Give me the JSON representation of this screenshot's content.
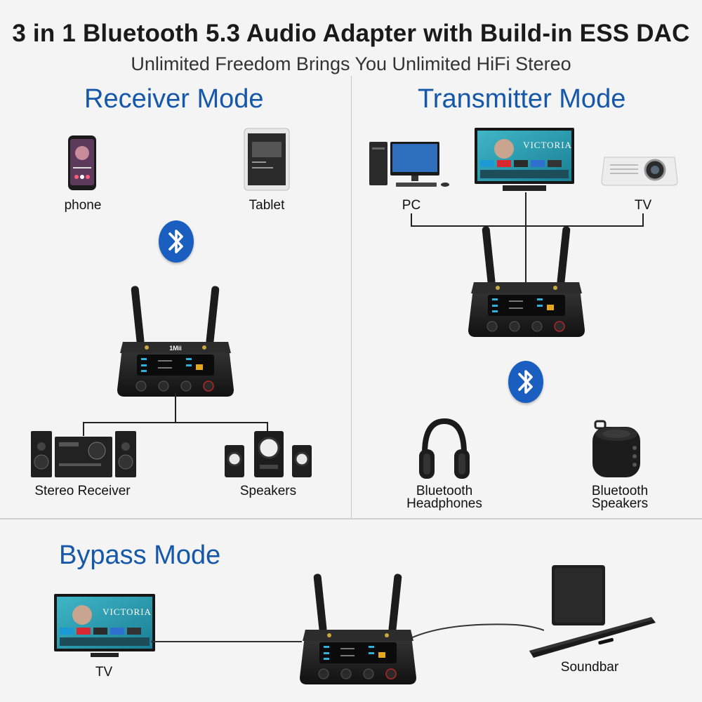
{
  "header": {
    "title": "3 in 1 Bluetooth 5.3 Audio Adapter with Build-in ESS DAC",
    "subtitle": "Unlimited Freedom Brings You Unlimited HiFi Stereo"
  },
  "receiver": {
    "title": "Receiver Mode",
    "phone_label": "phone",
    "tablet_label": "Tablet",
    "stereo_label": "Stereo Receiver",
    "speakers_label": "Speakers"
  },
  "transmitter": {
    "title": "Transmitter Mode",
    "pc_label": "PC",
    "tv_label": "TV",
    "headphones_label_1": "Bluetooth",
    "headphones_label_2": "Headphones",
    "bt_speakers_label_1": "Bluetooth",
    "bt_speakers_label_2": "Speakers"
  },
  "bypass": {
    "title": "Bypass Mode",
    "tv_label": "TV",
    "soundbar_label": "Soundbar"
  },
  "device": {
    "brand": "1Mii"
  },
  "tv_screen": {
    "brand_text": "VICTORIA"
  },
  "colors": {
    "accent_blue": "#1557a8",
    "bluetooth_blue": "#1a5fc0"
  },
  "icons": {
    "bluetooth": "bluetooth-icon"
  }
}
